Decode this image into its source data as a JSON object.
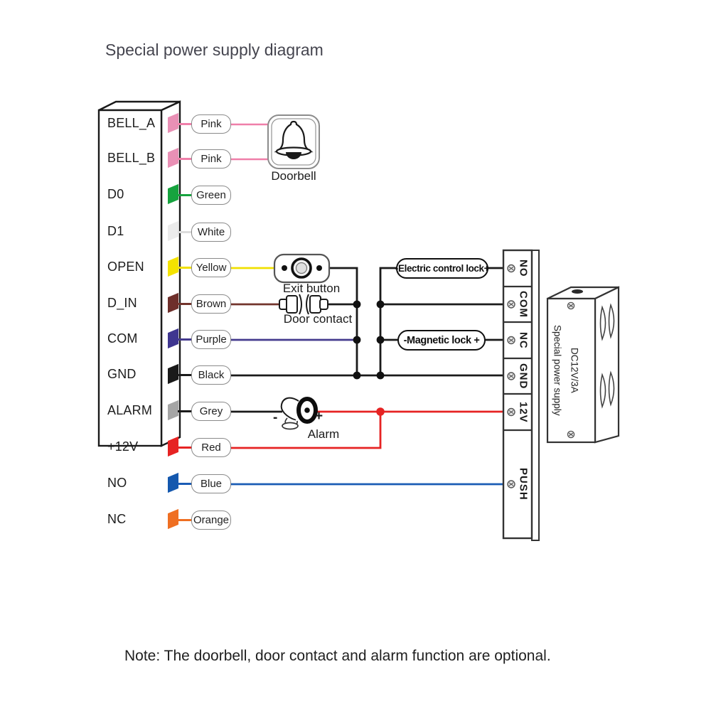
{
  "title": "Special power supply diagram",
  "note": "Note: The doorbell, door contact and alarm function are optional.",
  "left_block": {
    "terminals": [
      {
        "label": "BELL_A",
        "wire_color": "Pink",
        "hex": "#e990b5",
        "wire_hex": "#ef7fa9"
      },
      {
        "label": "BELL_B",
        "wire_color": "Pink",
        "hex": "#e990b5",
        "wire_hex": "#ef7fa9"
      },
      {
        "label": "D0",
        "wire_color": "Green",
        "hex": "#16a33e",
        "wire_hex": "#16a33e"
      },
      {
        "label": "D1",
        "wire_color": "White",
        "hex": "#ebebeb",
        "wire_hex": "#dcdcdc"
      },
      {
        "label": "OPEN",
        "wire_color": "Yellow",
        "hex": "#f4e300",
        "wire_hex": "#f0e000"
      },
      {
        "label": "D_IN",
        "wire_color": "Brown",
        "hex": "#6e2f2b",
        "wire_hex": "#72342c"
      },
      {
        "label": "COM",
        "wire_color": "Purple",
        "hex": "#3f3690",
        "wire_hex": "#453b8e"
      },
      {
        "label": "GND",
        "wire_color": "Black",
        "hex": "#1a1a1a",
        "wire_hex": "#1a1a1a"
      },
      {
        "label": "ALARM",
        "wire_color": "Grey",
        "hex": "#a5a5a5",
        "wire_hex": "#1a1a1a"
      },
      {
        "label": "+12V",
        "wire_color": "Red",
        "hex": "#e62323",
        "wire_hex": "#e62323"
      },
      {
        "label": "NO",
        "wire_color": "Blue",
        "hex": "#1458ae",
        "wire_hex": "#1a5cb5"
      },
      {
        "label": "NC",
        "wire_color": "Orange",
        "hex": "#ef6f22",
        "wire_hex": "#ef6f22"
      }
    ]
  },
  "components": {
    "doorbell": "Doorbell",
    "exit_button": "Exit button",
    "door_contact": "Door contact",
    "alarm": "Alarm",
    "alarm_minus": "-",
    "alarm_plus": "+"
  },
  "locks": {
    "electric": "-Electric control lock+",
    "magnetic": "-Magnetic lock +"
  },
  "right_block": {
    "terminals": [
      "NO",
      "COM",
      "NC",
      "GND",
      "12V",
      "PUSH"
    ]
  },
  "power_supply": {
    "model": "DC12V/3A",
    "name": "Special power supply"
  },
  "colors": {
    "wire_pink": "#ef7fa9",
    "wire_green": "#16a33e",
    "wire_white": "#dcdcdc",
    "wire_yellow": "#f0e000",
    "wire_brown": "#72342c",
    "wire_purple": "#453b8e",
    "wire_black": "#1a1a1a",
    "wire_red": "#e62323",
    "wire_blue": "#1a5cb5",
    "wire_orange": "#ef6f22",
    "outline": "#1a1a1a"
  },
  "icons": {
    "doorbell-icon": "bell in rounded square",
    "exit-button-icon": "round push button plate",
    "door-contact-icon": "magnetic door contact pair",
    "alarm-siren-icon": "horn siren",
    "screw-icon": "terminal screw head"
  }
}
